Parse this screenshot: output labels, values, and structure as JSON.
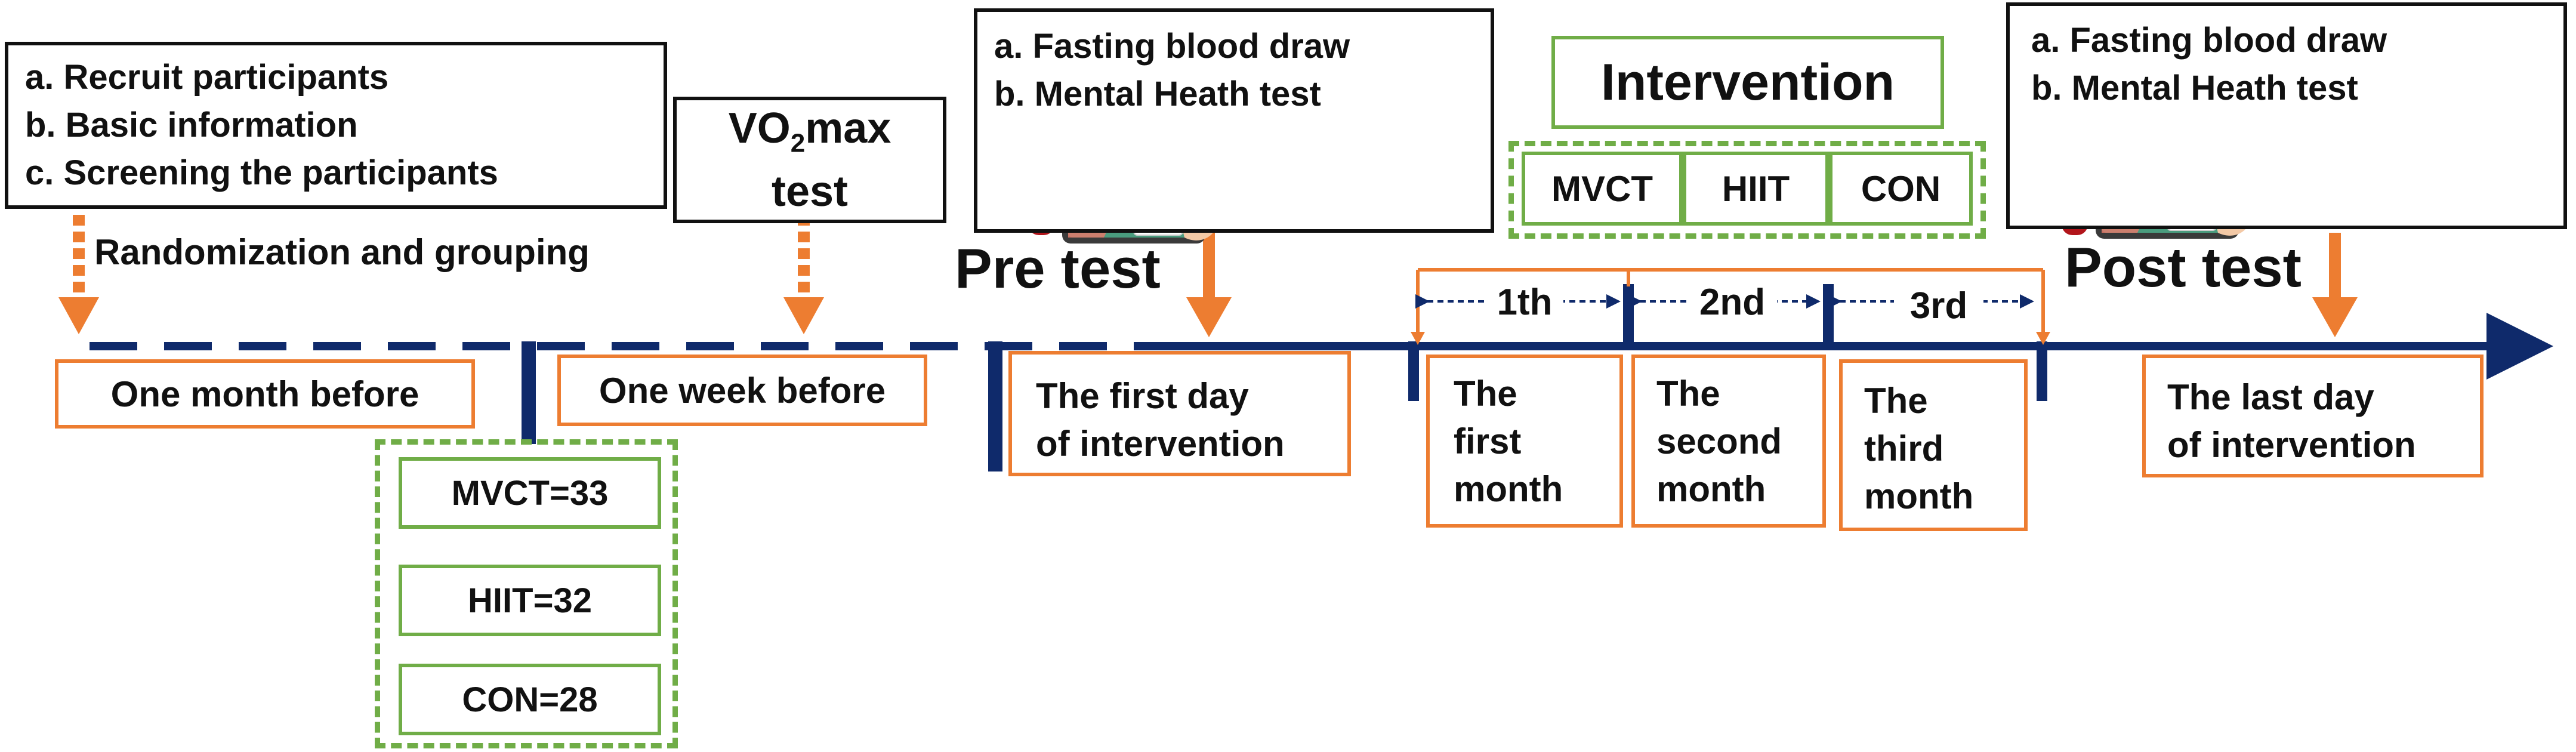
{
  "header": {
    "items": [
      "a.  Recruit participants",
      "b.  Basic information",
      "c.  Screening the participants"
    ],
    "randomization": "Randomization and grouping"
  },
  "vo2max": {
    "prefix": "VO",
    "sub": "2",
    "suffix": "max",
    "line2": "test"
  },
  "pre_test": {
    "items": [
      "a. Fasting blood draw",
      "b. Mental Heath test"
    ],
    "label": "Pre test"
  },
  "post_test": {
    "items": [
      "a.  Fasting blood draw",
      "b.  Mental Heath test"
    ],
    "label": "Post test"
  },
  "intervention": {
    "title": "Intervention",
    "groups": [
      "MVCT",
      "HIIT",
      "CON"
    ]
  },
  "groups": [
    "MVCT=33",
    "HIIT=32",
    "CON=28"
  ],
  "timeline": {
    "one_month_before": "One month before",
    "one_week_before": "One week before",
    "first_day_line1": "The first day",
    "first_day_line2": "of intervention",
    "last_day_line1": "The last day",
    "last_day_line2": "of intervention",
    "months": [
      {
        "line1": "The",
        "line2": "first",
        "line3": "month"
      },
      {
        "line1": "The",
        "line2": "second",
        "line3": "month"
      },
      {
        "line1": "The",
        "line2": "third",
        "line3": "month"
      }
    ],
    "periods": [
      "1th",
      "2nd",
      "3rd"
    ]
  },
  "colors": {
    "orange": "#ED7D31",
    "navy": "#0F2A6B",
    "green": "#70AD47",
    "black": "#111111"
  },
  "icons": [
    "blood-tube-icon",
    "tablet-questionnaire-icon"
  ]
}
